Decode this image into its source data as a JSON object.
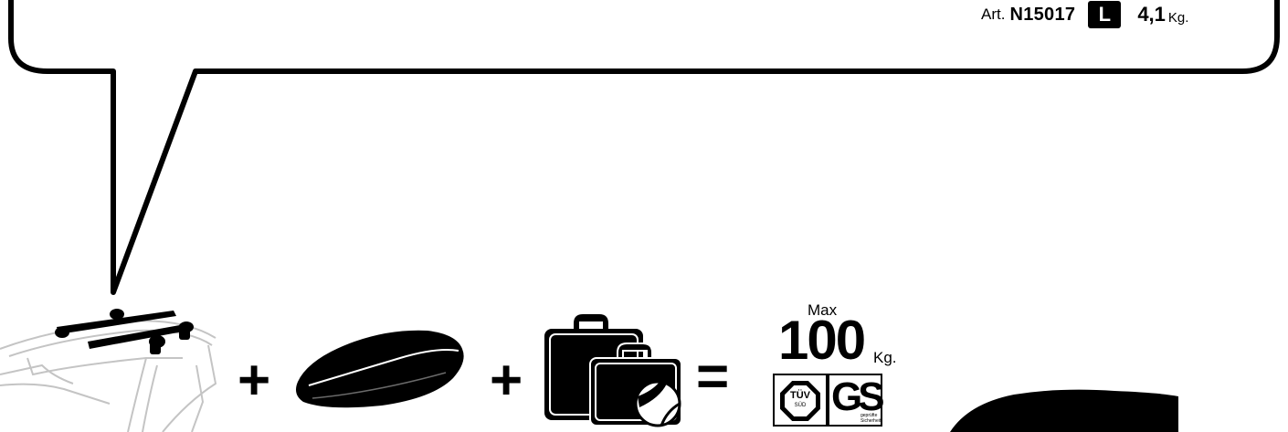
{
  "header": {
    "art_label": "Art.",
    "art_code": "N15017",
    "size_badge": "L",
    "weight_value": "4,1",
    "weight_unit": "Kg."
  },
  "equation": {
    "plus": "+",
    "equals": "=",
    "max_label": "Max",
    "max_value": "100",
    "max_unit": "Kg."
  },
  "certifications": {
    "tuv_label": "TÜV",
    "tuv_sub": "SÜD",
    "gs_label": "GS",
    "gs_sub": "geprüfte Sicherheit"
  },
  "icons": [
    "roof-bars-car-icon",
    "roof-box-icon",
    "suitcases-ball-icon",
    "car-silhouette-icon"
  ],
  "colors": {
    "ink": "#000000",
    "paper": "#ffffff",
    "car_outline": "#bdbdbd"
  }
}
